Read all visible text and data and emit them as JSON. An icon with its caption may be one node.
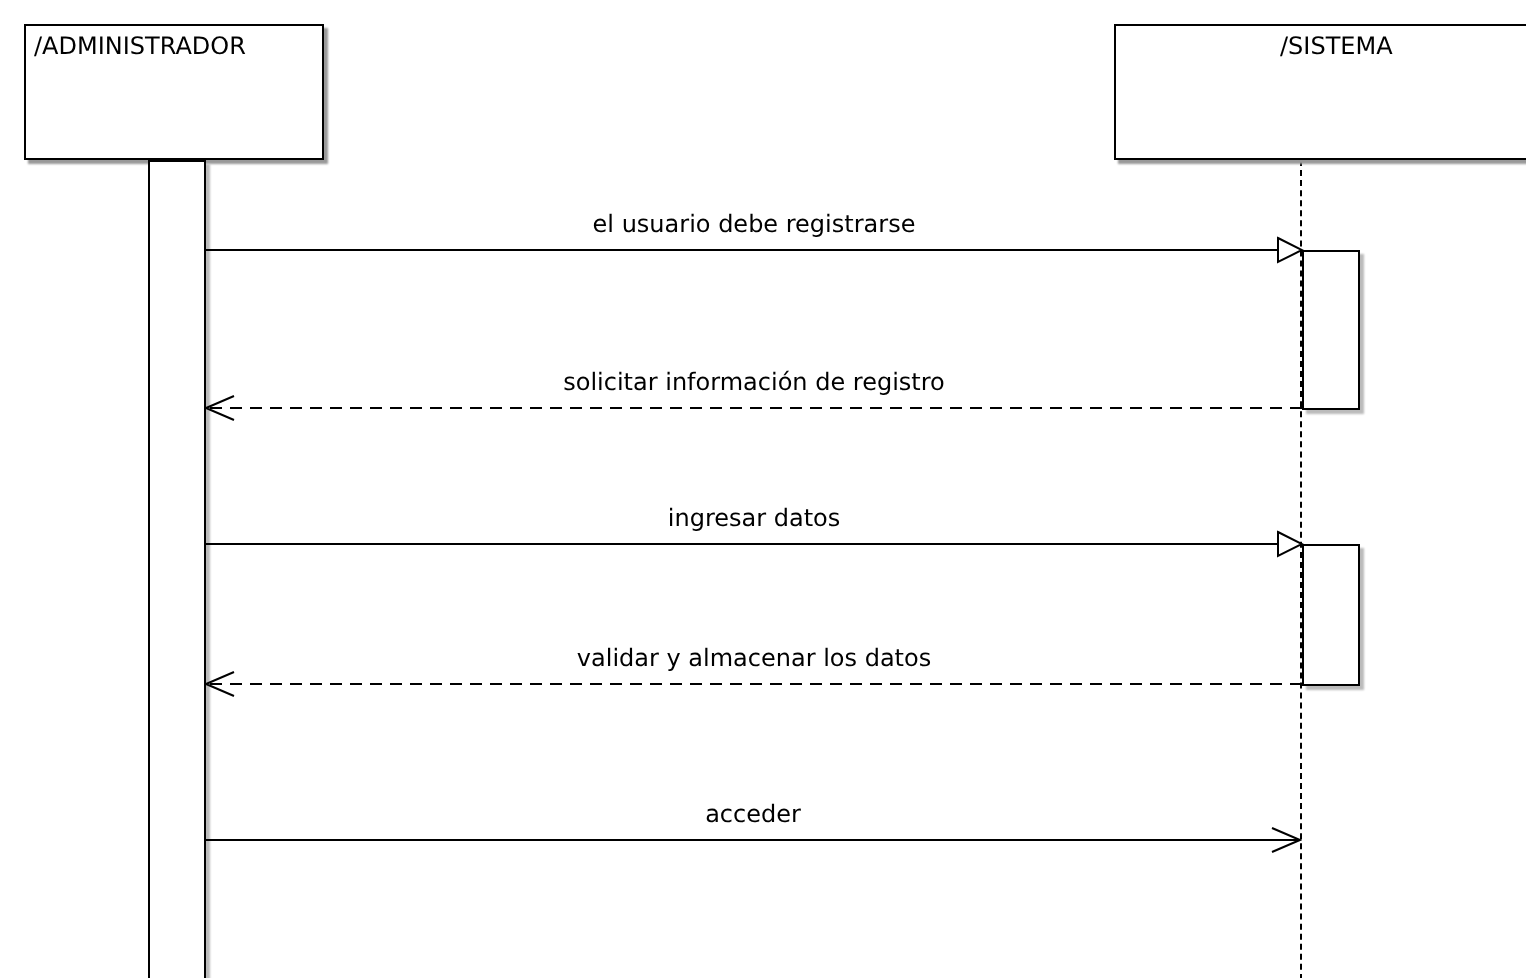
{
  "diagram": {
    "nodes": [
      {
        "text": [
          "/ADMINISTRADOR"
        ]
      },
      {
        "text": [
          "/SISTEMA"
        ]
      },
      {
        "text": [],
        "shape": "bar"
      },
      {
        "text": [],
        "shape": "line"
      },
      {
        "text": [],
        "shape": "bar"
      },
      {
        "text": [],
        "shape": "bar"
      }
    ],
    "edges": [
      {
        "from": 2,
        "to": 4,
        "arrow": "to",
        "label": "el usuario debe registrarse"
      },
      {
        "from": 4,
        "to": 2,
        "arrow": "to",
        "label": "solicitar información de registro",
        "style": "dashed"
      },
      {
        "from": 2,
        "to": 5,
        "arrow": "to",
        "label": "ingresar datos"
      },
      {
        "from": 5,
        "to": 2,
        "arrow": "to",
        "label": "validar y almacenar los datos",
        "style": "dashed"
      },
      {
        "from": 2,
        "to": 3,
        "arrow": "to",
        "label": "acceder"
      }
    ]
  }
}
